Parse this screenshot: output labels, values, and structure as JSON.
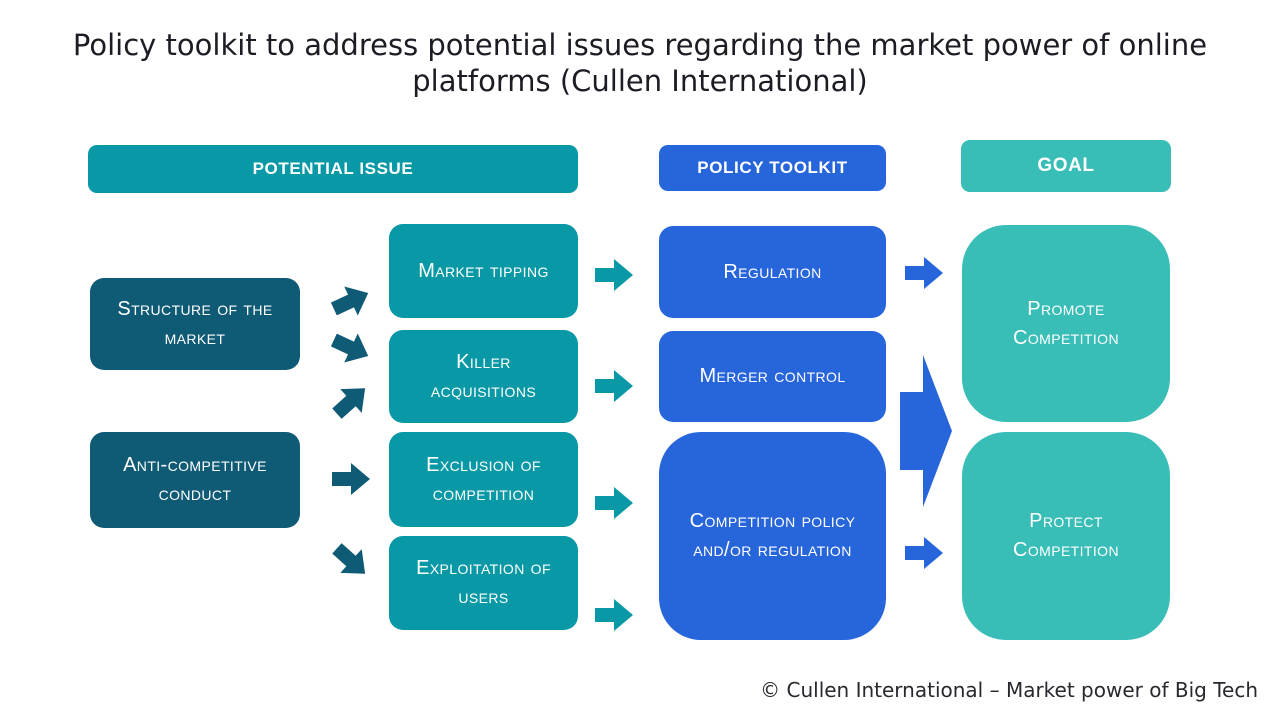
{
  "page": {
    "title": "Policy toolkit to address potential issues regarding the market power of online platforms (Cullen International)",
    "footer": "© Cullen International – Market power of Big Tech"
  },
  "colors": {
    "teal": "#0999A6",
    "dark_teal": "#0F5B76",
    "blue": "#2765DB",
    "light_teal": "#38BDB7",
    "title_ink": "#1C1C24",
    "box_text": "#FFFFFF"
  },
  "headers": {
    "potential_issue": "POTENTIAL ISSUE",
    "policy_toolkit": "POLICY TOOLKIT",
    "goal": "GOAL"
  },
  "potential_issues": {
    "categories": [
      {
        "label": "Structure of the market"
      },
      {
        "label": "Anti-competitive conduct"
      }
    ],
    "issues": [
      {
        "label": "Market tipping"
      },
      {
        "label": "Killer acquisitions"
      },
      {
        "label": "Exclusion of competition"
      },
      {
        "label": "Exploitation of users"
      }
    ]
  },
  "policy_toolkit": {
    "items": [
      {
        "label": "Regulation"
      },
      {
        "label": "Merger control"
      },
      {
        "label": "Competition policy and/or regulation"
      }
    ]
  },
  "goals": {
    "items": [
      {
        "label": "Promote Competition"
      },
      {
        "label": "Protect Competition"
      }
    ]
  },
  "connections": {
    "issue_to_subissue": [
      {
        "from": "Structure of the market",
        "to": "Market tipping",
        "direction": "up-right",
        "icon": "block-arrow-icon"
      },
      {
        "from": "Structure of the market",
        "to": "Killer acquisitions",
        "direction": "down-right",
        "icon": "block-arrow-icon"
      },
      {
        "from": "Anti-competitive conduct",
        "to": "Killer acquisitions",
        "direction": "up-right",
        "icon": "block-arrow-icon"
      },
      {
        "from": "Anti-competitive conduct",
        "to": "Exclusion of competition",
        "direction": "right",
        "icon": "block-arrow-icon"
      },
      {
        "from": "Anti-competitive conduct",
        "to": "Exploitation of users",
        "direction": "down-right",
        "icon": "block-arrow-icon"
      }
    ],
    "subissue_to_toolkit": [
      {
        "from": "Market tipping",
        "to": "Regulation",
        "direction": "right",
        "icon": "block-arrow-icon"
      },
      {
        "from": "Killer acquisitions",
        "to": "Merger control",
        "direction": "right",
        "icon": "block-arrow-icon"
      },
      {
        "from": "Exclusion of competition",
        "to": "Competition policy and/or regulation",
        "direction": "right",
        "icon": "block-arrow-icon"
      },
      {
        "from": "Exploitation of users",
        "to": "Competition policy and/or regulation",
        "direction": "right",
        "icon": "block-arrow-icon"
      }
    ],
    "toolkit_to_goal": [
      {
        "from": "Regulation",
        "to": "Promote Competition",
        "direction": "right",
        "icon": "block-arrow-icon"
      },
      {
        "from": "Merger control / Competition policy",
        "to": "Promote and Protect Competition",
        "direction": "right",
        "icon": "big-block-arrow-icon"
      },
      {
        "from": "Competition policy and/or regulation",
        "to": "Protect Competition",
        "direction": "right",
        "icon": "block-arrow-icon"
      }
    ]
  }
}
